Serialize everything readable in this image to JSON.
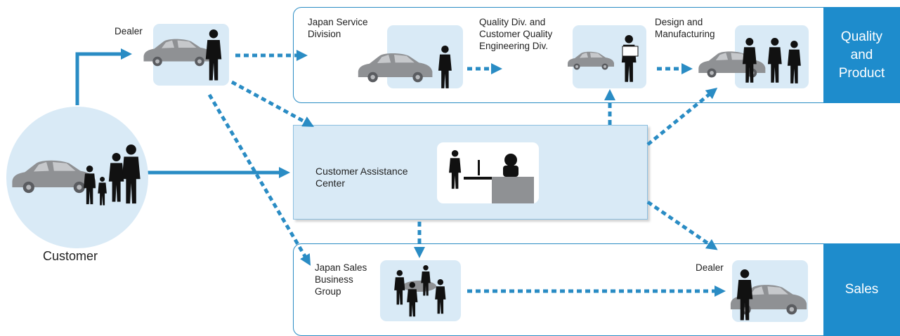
{
  "customer": {
    "label": "Customer"
  },
  "dealer_top": {
    "label": "Dealer"
  },
  "quality_panel": {
    "side_label": "Quality\nand\nProduct",
    "japan_service": "Japan Service\nDivision",
    "quality_div": "Quality Div. and\nCustomer Quality\nEngineering Div.",
    "design_mfg": "Design and\nManufacturing"
  },
  "cac": {
    "label": "Customer Assistance\nCenter"
  },
  "sales_panel": {
    "side_label": "Sales",
    "japan_sales": "Japan Sales\nBusiness\nGroup",
    "dealer": "Dealer"
  },
  "colors": {
    "accent": "#1e8ccc",
    "arrow": "#2a8cc4",
    "tile": "#d9eaf6",
    "figure": "#8f9194",
    "silhouette": "#111111"
  }
}
